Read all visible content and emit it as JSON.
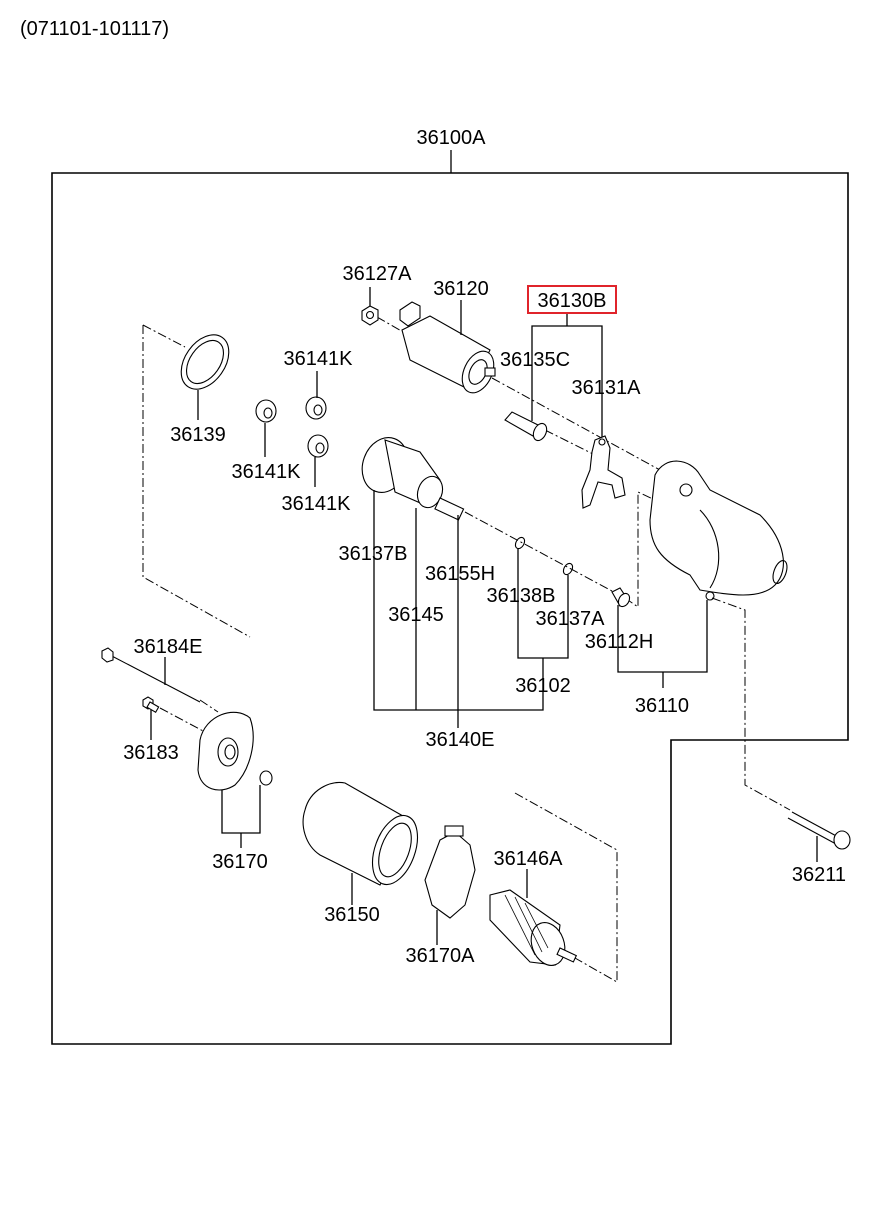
{
  "header": {
    "date_range": "(071101-101117)"
  },
  "diagram": {
    "assembly_label": "36100A",
    "highlight_color": "#e0242b",
    "highlighted_part": "36130B",
    "parts": [
      {
        "id": "p36127A",
        "label": "36127A",
        "name": "nut"
      },
      {
        "id": "p36120",
        "label": "36120",
        "name": "solenoid-switch"
      },
      {
        "id": "p36130B",
        "label": "36130B",
        "name": "lever-kit"
      },
      {
        "id": "p36135C",
        "label": "36135C",
        "name": "plunger"
      },
      {
        "id": "p36131A",
        "label": "36131A",
        "name": "shift-lever"
      },
      {
        "id": "p36141K_a",
        "label": "36141K",
        "name": "planetary-gear"
      },
      {
        "id": "p36141K_b",
        "label": "36141K",
        "name": "planetary-gear"
      },
      {
        "id": "p36141K_c",
        "label": "36141K",
        "name": "planetary-gear"
      },
      {
        "id": "p36139",
        "label": "36139",
        "name": "packing"
      },
      {
        "id": "p36137B",
        "label": "36137B",
        "name": "internal-gear"
      },
      {
        "id": "p36145",
        "label": "36145",
        "name": "overrunning-clutch"
      },
      {
        "id": "p36155H",
        "label": "36155H",
        "name": "pinion-shaft"
      },
      {
        "id": "p36138B",
        "label": "36138B",
        "name": "stop-ring"
      },
      {
        "id": "p36137A",
        "label": "36137A",
        "name": "snap-ring"
      },
      {
        "id": "p36112H",
        "label": "36112H",
        "name": "bushing"
      },
      {
        "id": "p36102",
        "label": "36102",
        "name": "ring-set"
      },
      {
        "id": "p36110",
        "label": "36110",
        "name": "front-housing"
      },
      {
        "id": "p36140E",
        "label": "36140E",
        "name": "drive-assembly"
      },
      {
        "id": "p36184E",
        "label": "36184E",
        "name": "through-bolt"
      },
      {
        "id": "p36183",
        "label": "36183",
        "name": "screw"
      },
      {
        "id": "p36170",
        "label": "36170",
        "name": "rear-bracket"
      },
      {
        "id": "p36150",
        "label": "36150",
        "name": "yoke-assembly"
      },
      {
        "id": "p36170A",
        "label": "36170A",
        "name": "brush-holder"
      },
      {
        "id": "p36146A",
        "label": "36146A",
        "name": "armature"
      },
      {
        "id": "p36211",
        "label": "36211",
        "name": "mounting-bolt"
      }
    ]
  }
}
